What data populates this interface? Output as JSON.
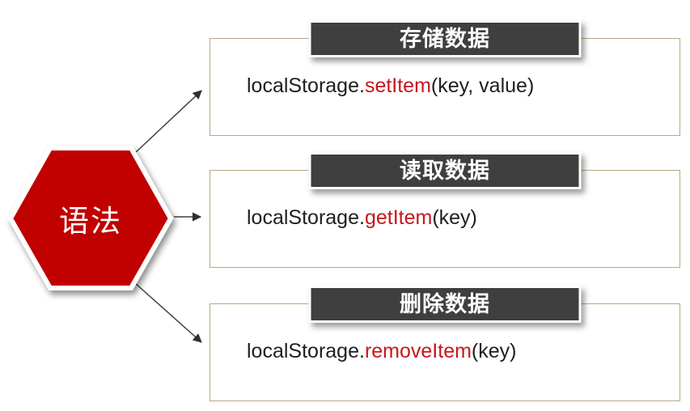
{
  "hexagon": {
    "label": "语法",
    "fill": "#c10503"
  },
  "panels": [
    {
      "title": "存储数据",
      "code": {
        "prefix": "localStorage.",
        "method": "setItem",
        "suffix": "(key, value)"
      }
    },
    {
      "title": "读取数据",
      "code": {
        "prefix": "localStorage.",
        "method": "getItem",
        "suffix": "(key)"
      }
    },
    {
      "title": "删除数据",
      "code": {
        "prefix": "localStorage.",
        "method": "removeItem",
        "suffix": "(key)"
      }
    }
  ],
  "colors": {
    "hexagon_red": "#c10503",
    "method_red": "#c8161d",
    "header_bg": "#3f3f3f",
    "panel_border": "#b8a982",
    "code_text": "#1f1f1f",
    "arrow": "#404040"
  }
}
